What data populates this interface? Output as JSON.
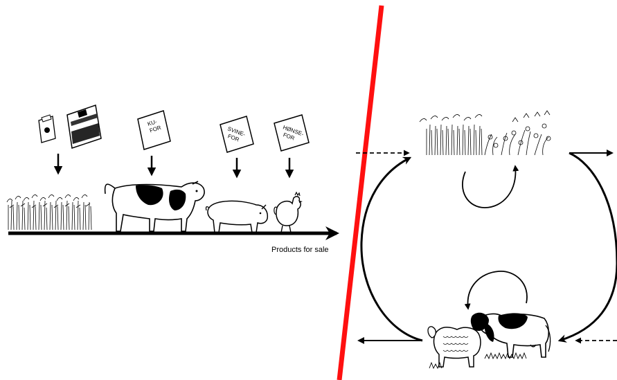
{
  "left_panel": {
    "feed_bags": [
      {
        "id": "small-bottle",
        "text": ""
      },
      {
        "id": "brand-bag",
        "text": ""
      },
      {
        "id": "cow-feed",
        "text": "KU-\nFOR"
      },
      {
        "id": "pig-feed",
        "text": "SVINE-\nFOR"
      },
      {
        "id": "hen-feed",
        "text": "HØNSE-\nFOR"
      }
    ],
    "output_label": "Products for sale"
  },
  "colors": {
    "divider": "#ff1010",
    "ink": "#000000",
    "background": "#ffffff"
  }
}
